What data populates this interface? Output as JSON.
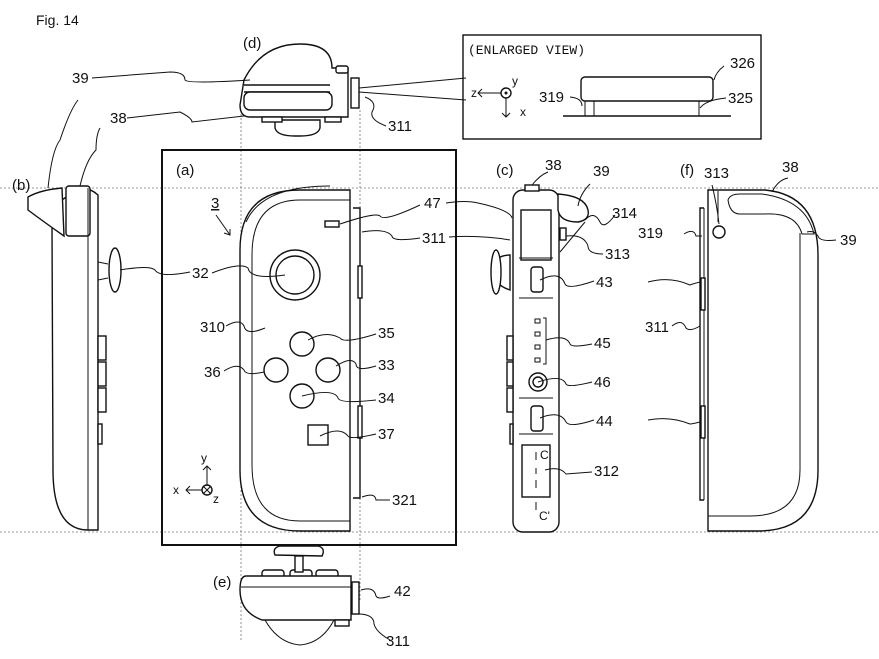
{
  "figure": {
    "title": "Fig. 14",
    "enlarged_view_title": "(ENLARGED VIEW)"
  },
  "views": {
    "a": "(a)",
    "b": "(b)",
    "c": "(c)",
    "d": "(d)",
    "e": "(e)",
    "f": "(f)"
  },
  "main_ref": "3",
  "axes": {
    "front": {
      "x": "x",
      "y": "y",
      "z": "z"
    },
    "enlarged": {
      "x": "x",
      "y": "y",
      "z": "z"
    }
  },
  "section_marks": {
    "c_top": "C",
    "c_bottom": "C'"
  },
  "refs": {
    "d_39": "39",
    "d_38": "38",
    "d_311": "311",
    "ev_326": "326",
    "ev_319": "319",
    "ev_325": "325",
    "a_47": "47",
    "a_311": "311",
    "a_32": "32",
    "a_310": "310",
    "a_35": "35",
    "a_33": "33",
    "a_36": "36",
    "a_34": "34",
    "a_37": "37",
    "a_321": "321",
    "c_38": "38",
    "c_39": "39",
    "c_314": "314",
    "c_313": "313",
    "c_43": "43",
    "c_45": "45",
    "c_46": "46",
    "c_44": "44",
    "c_312": "312",
    "f_313": "313",
    "f_38": "38",
    "f_319": "319",
    "f_39": "39",
    "f_311": "311",
    "e_42": "42",
    "e_311": "311"
  }
}
